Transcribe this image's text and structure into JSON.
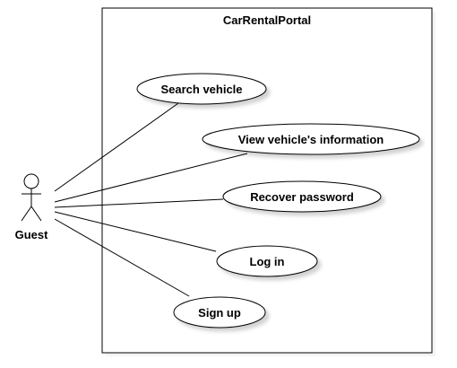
{
  "system": {
    "title": "CarRentalPortal"
  },
  "actor": {
    "name": "Guest"
  },
  "use_cases": [
    {
      "label": "Search vehicle"
    },
    {
      "label": "View vehicle's information"
    },
    {
      "label": "Recover password"
    },
    {
      "label": "Log in"
    },
    {
      "label": "Sign up"
    }
  ]
}
